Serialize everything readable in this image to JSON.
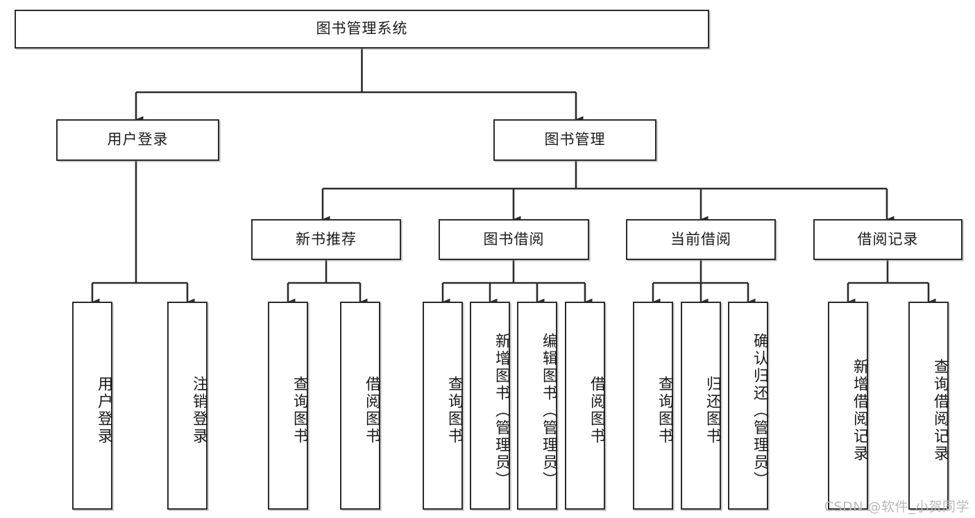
{
  "diagram": {
    "type": "tree-hierarchy-chart",
    "title": "图书管理系统",
    "root": {
      "id": "root",
      "label": "图书管理系统"
    },
    "level2": [
      {
        "id": "user-login",
        "label": "用户登录"
      },
      {
        "id": "book-management",
        "label": "图书管理"
      }
    ],
    "level3": [
      {
        "id": "new-book-recommend",
        "label": "新书推荐",
        "parent": "book-management"
      },
      {
        "id": "book-borrow",
        "label": "图书借阅",
        "parent": "book-management"
      },
      {
        "id": "current-borrow",
        "label": "当前借阅",
        "parent": "book-management"
      },
      {
        "id": "borrow-record",
        "label": "借阅记录",
        "parent": "book-management"
      }
    ],
    "leaves": [
      {
        "id": "leaf-user-login",
        "label": "用户登录",
        "parent": "user-login"
      },
      {
        "id": "leaf-logout",
        "label": "注销登录",
        "parent": "user-login"
      },
      {
        "id": "leaf-query-book-1",
        "label": "查询图书",
        "parent": "new-book-recommend"
      },
      {
        "id": "leaf-borrow-book-1",
        "label": "借阅图书",
        "parent": "new-book-recommend"
      },
      {
        "id": "leaf-query-book-2",
        "label": "查询图书",
        "parent": "book-borrow"
      },
      {
        "id": "leaf-add-book",
        "label": "新增图书（管理员）",
        "parent": "book-borrow"
      },
      {
        "id": "leaf-edit-book",
        "label": "编辑图书（管理员）",
        "parent": "book-borrow"
      },
      {
        "id": "leaf-borrow-book-2",
        "label": "借阅图书",
        "parent": "book-borrow"
      },
      {
        "id": "leaf-query-book-3",
        "label": "查询图书",
        "parent": "current-borrow"
      },
      {
        "id": "leaf-return-book",
        "label": "归还图书",
        "parent": "current-borrow"
      },
      {
        "id": "leaf-confirm-return",
        "label": "确认归还（管理员）",
        "parent": "current-borrow"
      },
      {
        "id": "leaf-add-record",
        "label": "新增借阅记录",
        "parent": "borrow-record"
      },
      {
        "id": "leaf-query-record",
        "label": "查询借阅记录",
        "parent": "borrow-record"
      }
    ]
  },
  "watermark": {
    "text": "CSDN @软件_小贺同学"
  },
  "colors": {
    "box_border": "#2b2b2b",
    "box_fill": "#ffffff",
    "connector": "#2b2b2b",
    "text": "#1a1a1a",
    "watermark": "#b9b9b9",
    "background": "#ffffff"
  }
}
